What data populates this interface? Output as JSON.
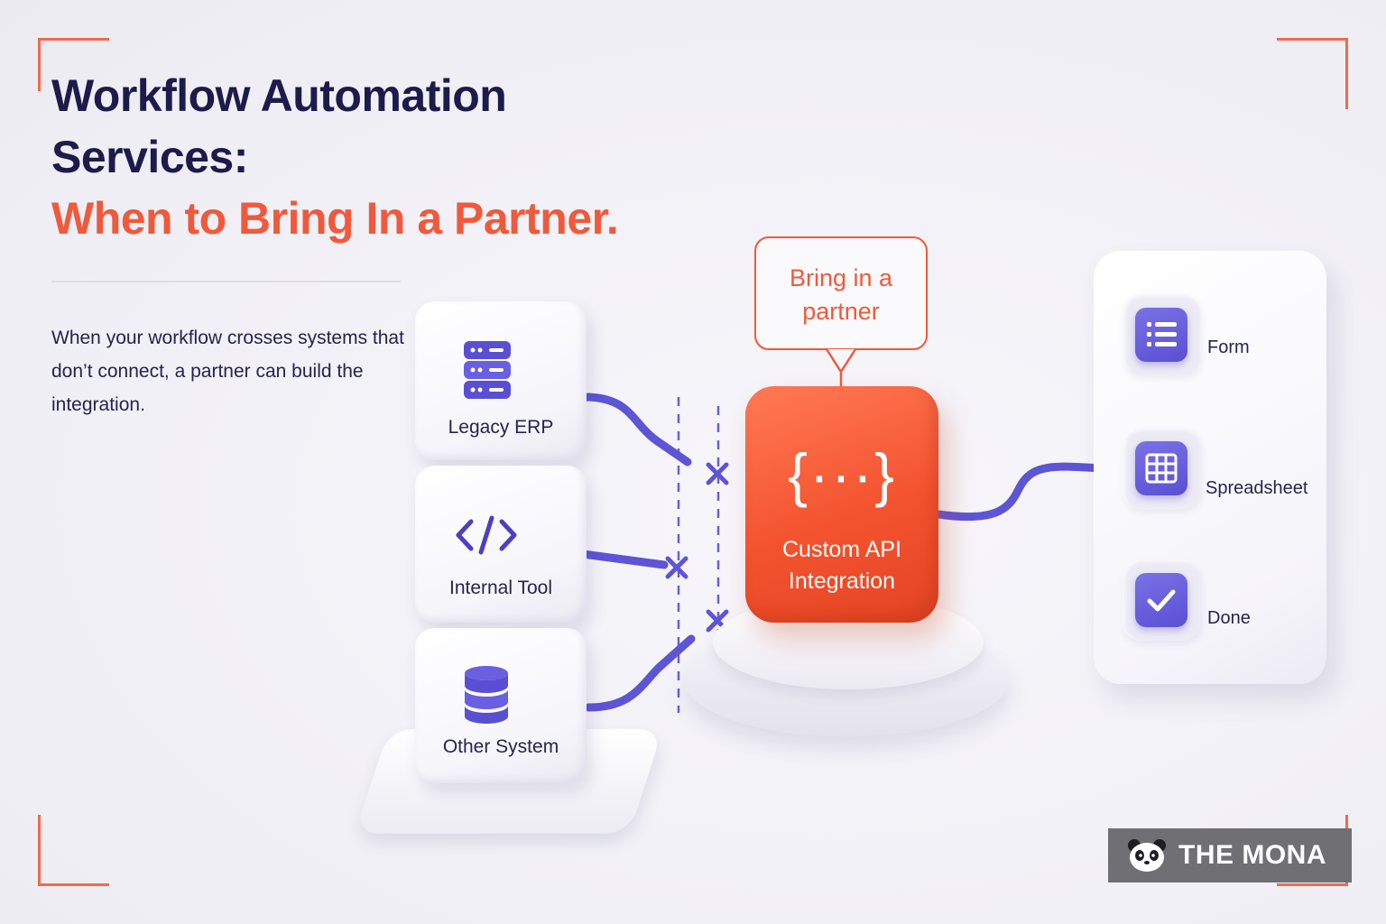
{
  "header": {
    "title_line1": "Workflow Automation",
    "title_line2": "Services:",
    "title_line3": "When to Bring In a Partner.",
    "description": "When your workflow crosses systems that don’t connect, a partner can build the integration."
  },
  "diagram": {
    "sources": [
      {
        "label": "Legacy ERP",
        "icon": "server-stack-icon"
      },
      {
        "label": "Internal Tool",
        "icon": "code-icon"
      },
      {
        "label": "Other System",
        "icon": "database-icon"
      }
    ],
    "hub": {
      "label": "Custom API Integration",
      "glyph": "{···}",
      "callout": "Bring in a partner"
    },
    "workflow_steps": [
      {
        "label": "Form",
        "icon": "form-list-icon"
      },
      {
        "label": "Spreadsheet",
        "icon": "spreadsheet-grid-icon"
      },
      {
        "label": "Done",
        "icon": "checkmark-icon"
      }
    ]
  },
  "brand": {
    "name": "THE MONA",
    "icon": "panda-logo-icon"
  },
  "colors": {
    "navy": "#1d1b4b",
    "accent": "#f0593b",
    "purple": "#5a4fd3",
    "connector": "#6a5fd8"
  }
}
